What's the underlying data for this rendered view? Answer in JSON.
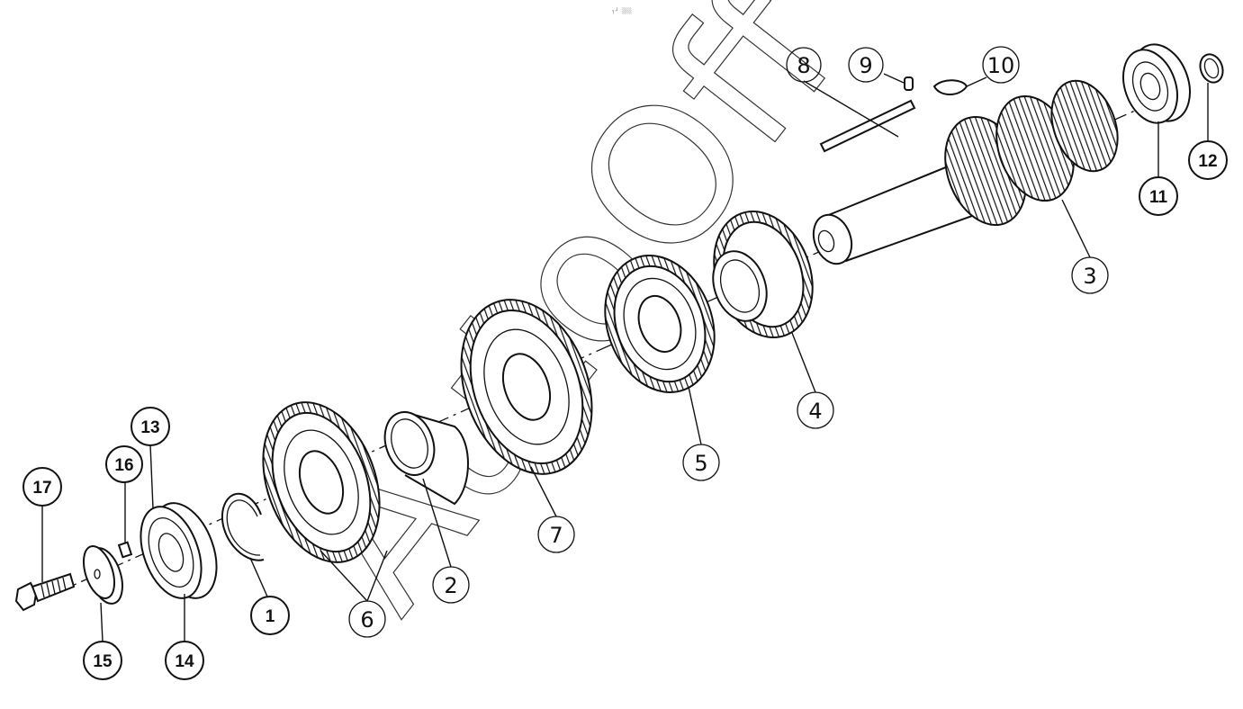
{
  "top_mark": "┐┘ ░░░",
  "watermark": "AutoOff",
  "callouts": [
    {
      "id": "c1",
      "label": "1",
      "style": "bold"
    },
    {
      "id": "c2",
      "label": "2",
      "style": "thin"
    },
    {
      "id": "c3",
      "label": "3",
      "style": "thin"
    },
    {
      "id": "c4",
      "label": "4",
      "style": "thin"
    },
    {
      "id": "c5",
      "label": "5",
      "style": "thin"
    },
    {
      "id": "c6",
      "label": "6",
      "style": "thin"
    },
    {
      "id": "c7",
      "label": "7",
      "style": "thin"
    },
    {
      "id": "c8",
      "label": "8",
      "style": "thin"
    },
    {
      "id": "c9",
      "label": "9",
      "style": "thin"
    },
    {
      "id": "c10",
      "label": "10",
      "style": "thin"
    },
    {
      "id": "c11",
      "label": "11",
      "style": "bold"
    },
    {
      "id": "c12",
      "label": "12",
      "style": "bold"
    },
    {
      "id": "c13",
      "label": "13",
      "style": "bold"
    },
    {
      "id": "c14",
      "label": "14",
      "style": "bold"
    },
    {
      "id": "c15",
      "label": "15",
      "style": "bold"
    },
    {
      "id": "c16",
      "label": "16",
      "style": "bold"
    },
    {
      "id": "c17",
      "label": "17",
      "style": "bold"
    }
  ]
}
